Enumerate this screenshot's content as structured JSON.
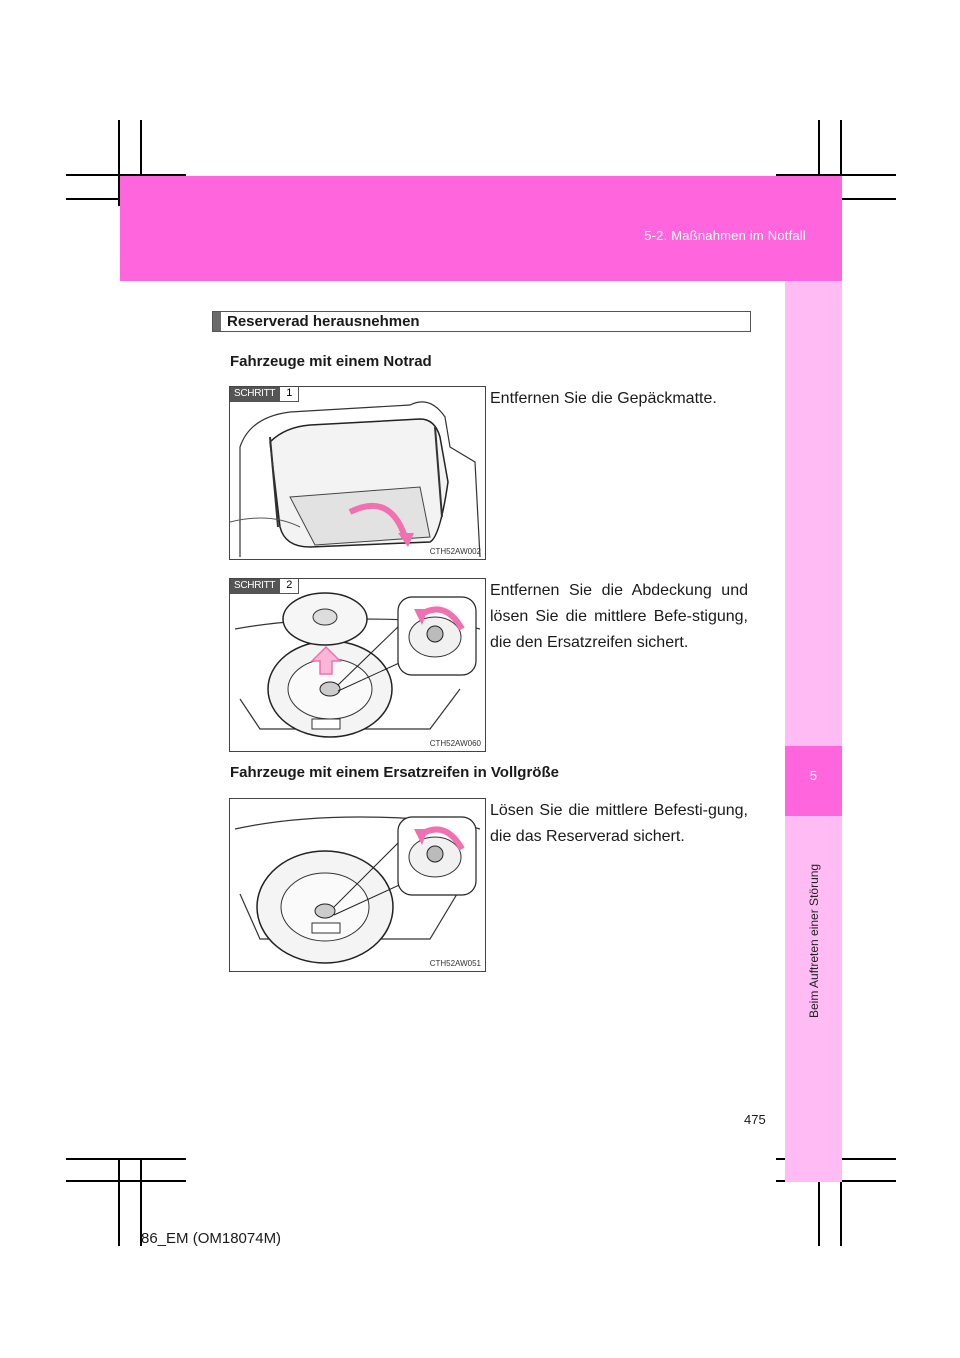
{
  "header": {
    "title": "5-2. Maßnahmen im Notfall"
  },
  "side_tab": {
    "chapter_number": "5",
    "chapter_title": "Beim Auftreten einer Störung"
  },
  "section": {
    "title": "Reserverad herausnehmen"
  },
  "subsections": [
    {
      "heading": "Fahrzeuge mit einem Notrad",
      "steps": [
        {
          "label": "SCHRITT",
          "number": "1",
          "image_code": "CTH52AW002",
          "text": "Entfernen Sie die Gepäckmatte."
        },
        {
          "label": "SCHRITT",
          "number": "2",
          "image_code": "CTH52AW060",
          "text": "Entfernen Sie die Abdeckung und lösen Sie die mittlere Befe-stigung, die den Ersatzreifen sichert."
        }
      ]
    },
    {
      "heading": "Fahrzeuge mit einem Ersatzreifen in Vollgröße",
      "steps": [
        {
          "image_code": "CTH52AW051",
          "text": "Lösen Sie die mittlere Befesti-gung, die das Reserverad sichert."
        }
      ]
    }
  ],
  "page_number": "475",
  "footer": {
    "code": "86_EM (OM18074M)"
  },
  "colors": {
    "header_band": "#ff66dd",
    "side_strip": "#ffbcf4",
    "arrow": "#f070b0",
    "arrow_fill": "#f9b6d6"
  }
}
